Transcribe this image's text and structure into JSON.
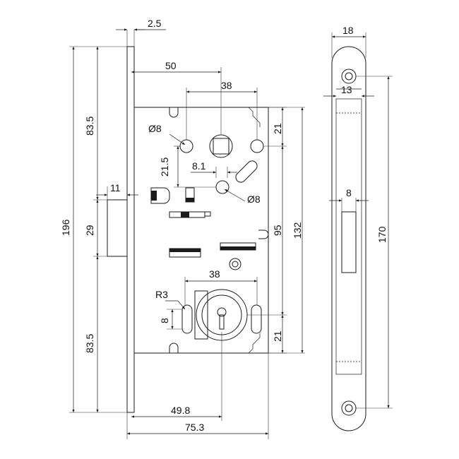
{
  "dimensions": {
    "faceplate_thickness": "2.5",
    "backset": "50",
    "spindle_spacing": "38",
    "hole_dia_left": "Ø8",
    "hole_dia_center": "Ø8",
    "offset_21_5": "21.5",
    "offset_8_1": "8.1",
    "top_21": "21",
    "faceplate_upper": "83.5",
    "latch_height": "29",
    "faceplate_lower": "83.5",
    "overall_height": "196",
    "latch_width": "11",
    "center_95": "95",
    "body_height": "132",
    "keyhole_spacing": "38",
    "radius": "R3",
    "slot_8": "8",
    "bottom_21": "21",
    "key_center": "49.8",
    "body_width": "75.3",
    "strike_width": "18",
    "strike_holes": "13",
    "strike_slot": "8",
    "strike_height": "170"
  },
  "colors": {
    "line": "#1a1a1a",
    "background": "#ffffff"
  }
}
